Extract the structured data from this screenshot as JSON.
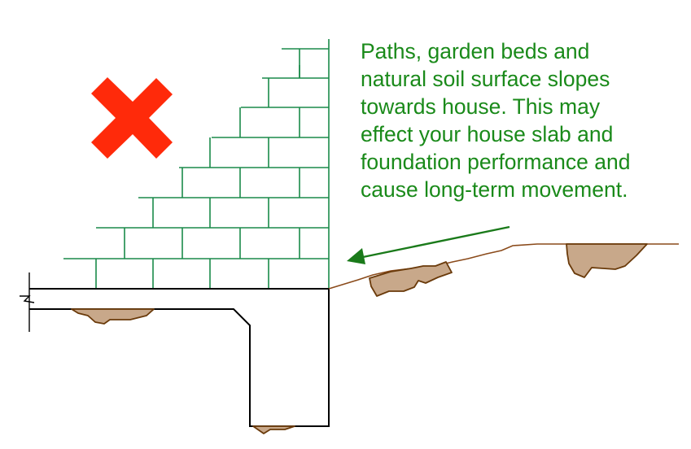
{
  "caption": {
    "lines": [
      "Paths, garden beds and",
      "natural soil surface slopes",
      "towards house.  This may",
      "effect your house slab and",
      "foundation performance and",
      "cause long-term movement."
    ]
  },
  "colors": {
    "brick": "#1a8a4a",
    "text": "#1a8a1a",
    "arrow": "#1a7a1a",
    "cross": "#ff2a0a",
    "soil_line": "#8a4a1a",
    "rock_fill": "#c8a88a",
    "rock_stroke": "#6a3a0a",
    "structure": "#000000"
  },
  "icons": {
    "wrong_mark": "red-cross-icon",
    "direction": "arrow-left-icon"
  }
}
